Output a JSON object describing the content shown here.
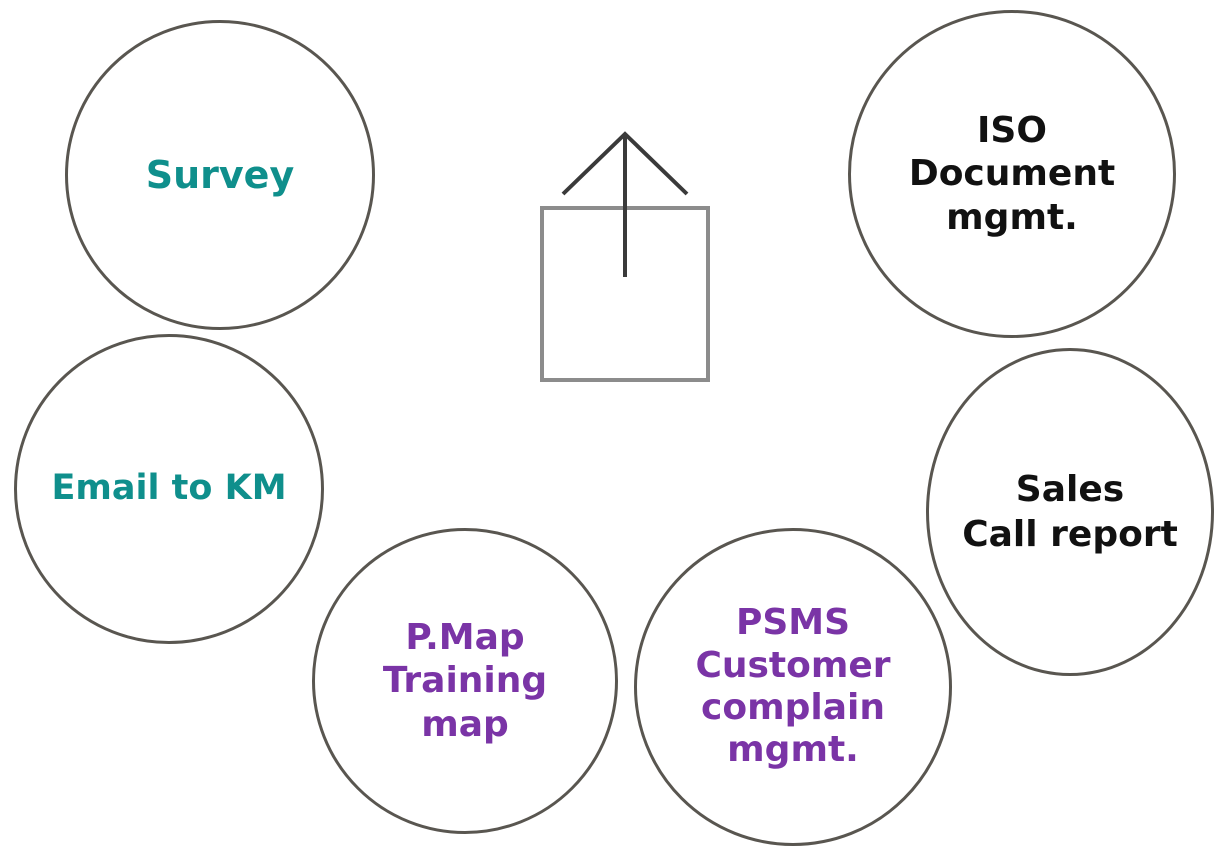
{
  "nodes": {
    "survey": {
      "lines": [
        "Survey"
      ],
      "color": "#0f8f8c"
    },
    "email": {
      "lines": [
        "Email to KM"
      ],
      "color": "#0f8f8c"
    },
    "pmap": {
      "lines": [
        "P.Map",
        "Training",
        "map"
      ],
      "color": "#7a34a6"
    },
    "psms": {
      "lines": [
        "PSMS",
        "Customer",
        "complain",
        "mgmt."
      ],
      "color": "#7a34a6"
    },
    "iso": {
      "lines": [
        "ISO",
        "Document",
        "mgmt."
      ],
      "color": "#111111"
    },
    "sales": {
      "lines": [
        "Sales",
        "Call report"
      ],
      "color": "#111111"
    }
  },
  "icon": {
    "name": "export-upload-icon"
  },
  "colors": {
    "circle_border": "#595650",
    "icon_box": "#8c8c8c",
    "icon_arrow": "#3a3a3a"
  }
}
